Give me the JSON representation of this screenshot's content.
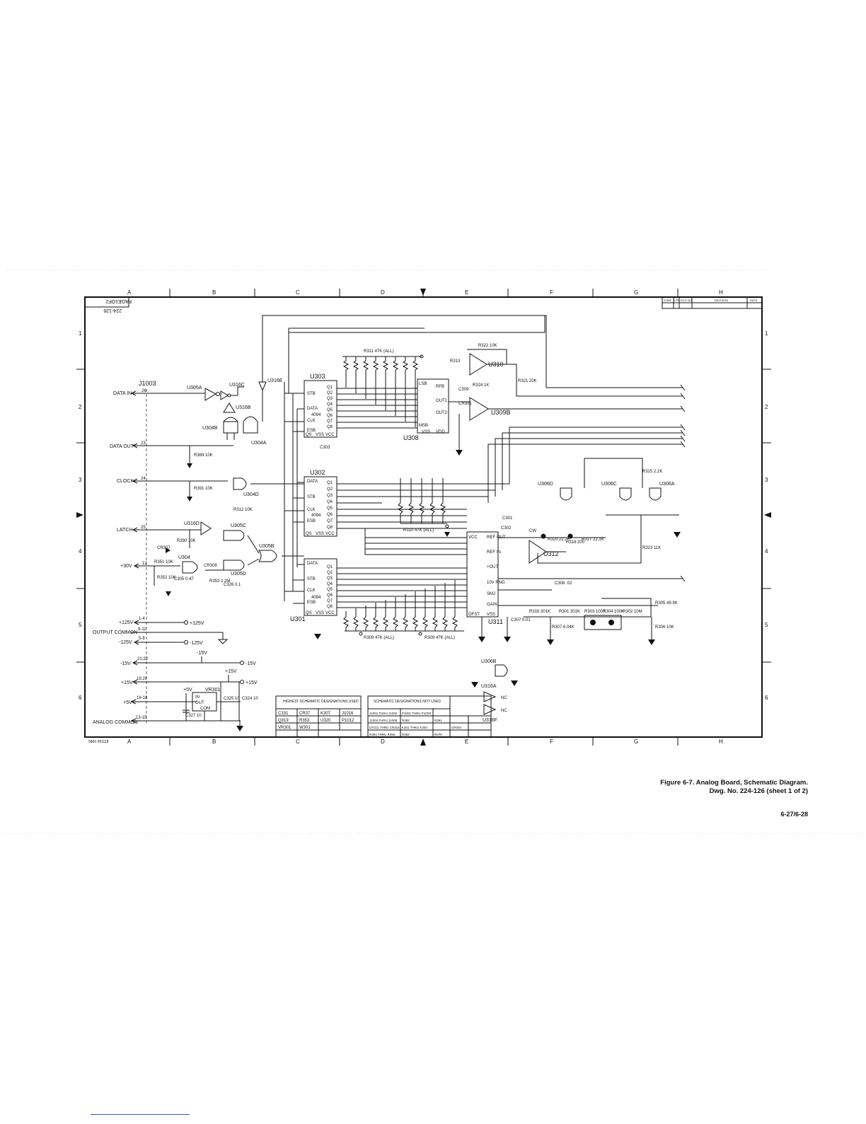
{
  "drawing": {
    "number": "224-126",
    "mirrored_tag": "PAGE1OF2",
    "revision_header": [
      "ZONE",
      "LTR",
      "ECO NO.",
      "REVISION",
      "DATE"
    ],
    "zones_columns": [
      "A",
      "B",
      "C",
      "D",
      "E",
      "F",
      "G",
      "H"
    ],
    "zones_rows": [
      "1",
      "2",
      "3",
      "4",
      "5",
      "6"
    ],
    "footer_code": "5860 281118"
  },
  "connector": {
    "name": "J1003",
    "pins": [
      {
        "signal": "DATA IN",
        "pin": "26"
      },
      {
        "signal": "DATA OUT",
        "pin": "23"
      },
      {
        "signal": "CLOCK",
        "pin": "24"
      },
      {
        "signal": "LATCH",
        "pin": "25"
      },
      {
        "signal": "+30V",
        "pin": "12"
      },
      {
        "signal": "+125V",
        "pin": "1-4"
      },
      {
        "signal": "OUTPUT COMMON",
        "pin": "9-11"
      },
      {
        "signal": "-125V",
        "pin": "5-8"
      },
      {
        "signal": "-15V",
        "pin": "21,22"
      },
      {
        "signal": "+15V",
        "pin": "19,20"
      },
      {
        "signal": "+5V",
        "pin": "16-18"
      },
      {
        "signal": "ANALOG COMMON",
        "pin": "13-15"
      }
    ]
  },
  "rails": [
    "-125V",
    "+125V",
    "-15V",
    "+15V",
    "-15V",
    "+15V",
    "+5V"
  ],
  "chips": {
    "u303": "U303",
    "u302": "U302",
    "u301": "U301",
    "u308": "U308",
    "u311": "U311",
    "u310": "U310",
    "u309b": "U309B",
    "u312": "U312",
    "u304": "U304",
    "u304b": "U304B",
    "u304a": "U304A",
    "u304d": "U304D",
    "u305a": "U305A",
    "u305b": "U305B",
    "u305c": "U305C",
    "u305d": "U305D",
    "u316b": "U316B",
    "u316c": "U316C",
    "u316d": "U316D",
    "u316e": "U316E",
    "u316a": "U316A",
    "u316f": "U316F",
    "u306a": "U306A",
    "u306b": "U306B",
    "u306c": "U306C",
    "u306d": "U306D",
    "vr301": "VR301",
    "part4094": "4094"
  },
  "sr_pins": {
    "left": [
      "STB",
      "DATA",
      "CLK",
      "ESB"
    ],
    "outputs": [
      "Q1",
      "Q2",
      "Q3",
      "Q4",
      "Q5",
      "Q6",
      "Q7",
      "Q8"
    ],
    "bottom": [
      "QS",
      "VSS",
      "VCC"
    ]
  },
  "dac_pins": {
    "left": [
      "LSB",
      "MSB"
    ],
    "right": [
      "RFB",
      "OUT1",
      "OUT2"
    ],
    "bottom": [
      "VSS",
      "VDD"
    ]
  },
  "adc_pins": [
    "VCC",
    "REF OUT",
    "REF IN",
    "+OUT",
    "10V RNG",
    "SMJ",
    "GAIN",
    "OFST",
    "VSS"
  ],
  "components": {
    "r311": "R311 47K (ALL)",
    "r310": "R310 47K (ALL)",
    "r309": "R309 47K (ALL)",
    "r309b": "R309 47K (ALL)",
    "r313": "R313",
    "r312": "R312",
    "r324": "R324 1K",
    "r321": "R321 20K",
    "r389": "R389 10K",
    "r391": "R391 10K",
    "r312b": "R312 10K",
    "r390": "R390 10K",
    "r351": "R351 10K",
    "r352": "R352 10K",
    "r353": "R353 2.2M",
    "c305": "C305 0.47",
    "c326": "C326 0.1",
    "c309": "C309",
    "cr301": "CR301",
    "cr307": "CR307",
    "cr308": "CR308",
    "c303": "C303",
    "r315": "R315 2.2K",
    "r323": "R323 11K",
    "r320": "R320 22.2K",
    "r318": "R318 200",
    "r317": "R317 22.1K",
    "r322": "R322 10K",
    "r305": "R305 49.9K",
    "r306": "R306 10K",
    "r316": "R316 301K",
    "r301": "R301 301K",
    "r307": "R307 6.04K",
    "r303": "R303 100K",
    "r304": "R304 100K",
    "r302": "R302 10M",
    "c308": "C308 .02",
    "c307": "C307 0.01",
    "c302": "C302",
    "c301": "C301",
    "c325": "C325 10",
    "c324": "C324 10",
    "c327": "C327 10",
    "cw": "CW",
    "in": "IN",
    "out": "OUT",
    "com": "COM",
    "nc": "NC"
  },
  "tables": {
    "highest": {
      "title": "HIGHEST SCHEMATIC DESIGNATIONS USED",
      "rows": [
        [
          "C331",
          "CR37",
          "K307",
          "J1016"
        ],
        [
          "Q319",
          "R353",
          "U320",
          "P1012"
        ],
        [
          "VR301",
          "W301",
          "",
          ""
        ]
      ]
    },
    "notused": {
      "title": "SCHEMATIC DESIGNATIONS NOT USED",
      "rows": [
        [
          "J1001 THRU J1002",
          "P1001 THRU P1008",
          ""
        ],
        [
          "J1004 THRU J1008",
          "R382",
          "R361"
        ],
        [
          "CR311 THRU CR315",
          "K301 THRU K304",
          "CR304"
        ],
        [
          "R354 THRU R358",
          "R362",
          "R378"
        ]
      ]
    }
  },
  "caption": {
    "line1": "Figure 6-7. Analog Board, Schematic Diagram.",
    "line2": "Dwg. No. 224-126 (sheet 1 of 2)",
    "page": "6-27/6-28"
  }
}
